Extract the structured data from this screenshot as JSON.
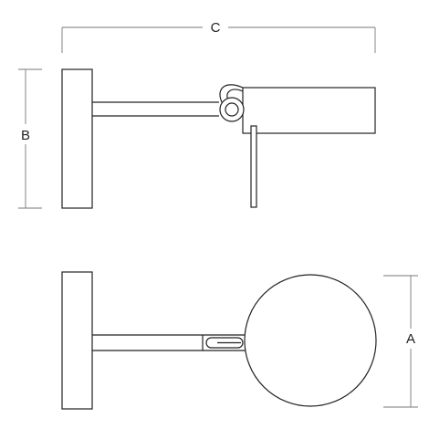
{
  "dimensions": {
    "width_label": "C",
    "height_label": "B",
    "diameter_label": "A"
  },
  "colors": {
    "outline": "#222222",
    "dimension_line": "#777777",
    "background": "#ffffff"
  }
}
